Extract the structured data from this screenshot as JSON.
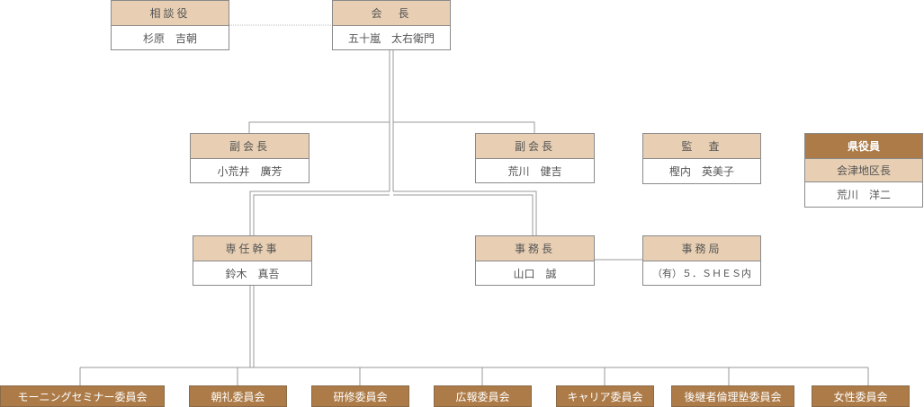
{
  "advisor": {
    "title": "相談役",
    "name": "杉原　吉朝"
  },
  "president": {
    "title": "会　長",
    "name": "五十嵐　太右衛門"
  },
  "vp_left": {
    "title": "副会長",
    "name": "小荒井　廣芳"
  },
  "vp_right": {
    "title": "副会長",
    "name": "荒川　健吉"
  },
  "auditor": {
    "title": "監　査",
    "name": "樫内　英美子"
  },
  "prefecture": {
    "title": "県役員",
    "role": "会津地区長",
    "name": "荒川　洋二"
  },
  "secretary": {
    "title": "専任幹事",
    "name": "鈴木　真吾"
  },
  "office_chief": {
    "title": "事務長",
    "name": "山口　誠"
  },
  "office": {
    "title": "事務局",
    "name": "（有）５．ＳＨＥＳ内"
  },
  "committees": [
    "モーニングセミナー委員会",
    "朝礼委員会",
    "研修委員会",
    "広報委員会",
    "キャリア委員会",
    "後継者倫理塾委員会",
    "女性委員会"
  ],
  "colors": {
    "header": "#e8cfb3",
    "dark": "#ac7b48"
  }
}
